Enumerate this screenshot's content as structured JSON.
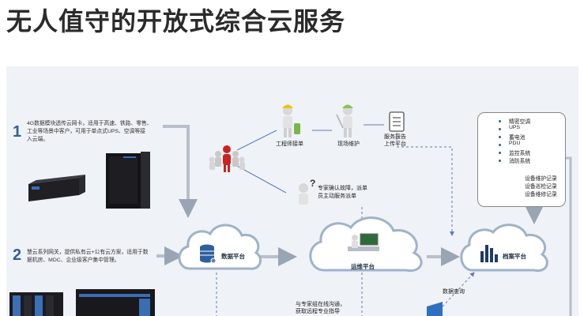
{
  "title": "无人值守的开放式综合云服务",
  "section1": {
    "number": "1",
    "lines": [
      "4G数据模块透传云网卡，适用于高速、铁路、零售、",
      "工业等场景中客户，可用于单点式UPS、空调等接",
      "入云端。"
    ]
  },
  "section2": {
    "number": "2",
    "lines": [
      "慧云系列网关，提供私有云+公有云方案，适用于数",
      "据机房、MDC、企业级客户集中管理。"
    ]
  },
  "clouds": {
    "data": "数据平台",
    "ops": "运维平台",
    "archive": "档案平台"
  },
  "people": {
    "engineer": "工程师接单",
    "onsite": "现场维护",
    "report": [
      "服务报告",
      "上传平台"
    ],
    "expert": [
      "专家确认故障，派单",
      "员主动服务派单"
    ],
    "remote": [
      "与专家组在线沟通，",
      "获取远程专业指导"
    ],
    "query": "数据查询"
  },
  "systems": {
    "items": [
      "精密空调",
      "UPS",
      "蓄电池",
      "PDU",
      "监控系统",
      "消防系统"
    ],
    "records": [
      "设备维护记录",
      "设备巡检记录",
      "设备维修记录"
    ]
  },
  "colors": {
    "cloud_fill": "#ffffff",
    "cloud_border": "#9fb2c9",
    "arrow": "#9aa5b4",
    "accent": "#2f5f9e",
    "alarm": "#cc2222"
  }
}
